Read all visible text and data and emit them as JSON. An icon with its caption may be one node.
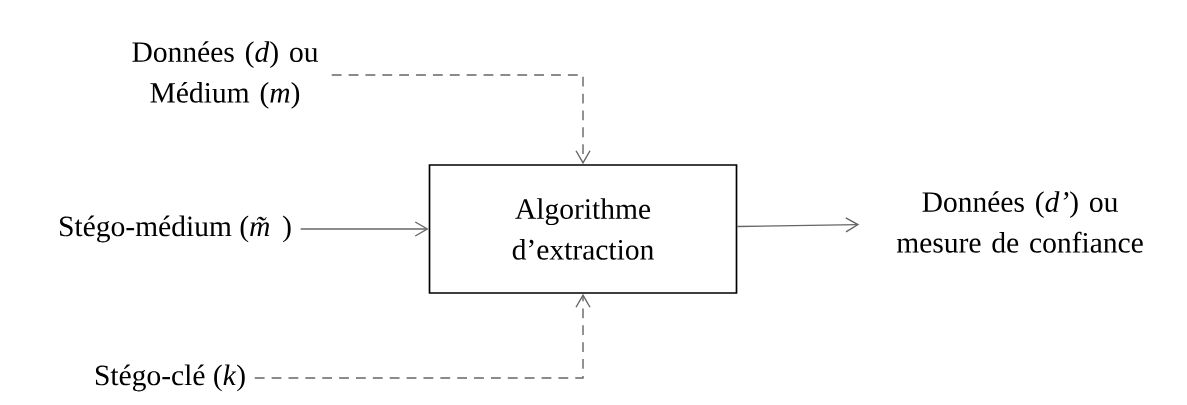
{
  "diagram": {
    "nodes": [
      {
        "text": [
          "Données (*d*) ou Médium (*m*)"
        ]
      },
      {
        "text": [
          "Stégo-médium (*m̃*)"
        ]
      },
      {
        "text": [
          "Algorithme d’extraction"
        ]
      },
      {
        "text": [
          "Données (*d’*) ou mesure de confiance"
        ]
      },
      {
        "text": [
          "Stégo-clé (*k*)"
        ]
      }
    ],
    "edges": [
      {
        "from": 0,
        "to": 2,
        "arrow": "to",
        "style": "dashed"
      },
      {
        "from": 1,
        "to": 2,
        "arrow": "to"
      },
      {
        "from": 2,
        "to": 3,
        "arrow": "to"
      },
      {
        "from": 4,
        "to": 2,
        "arrow": "to",
        "style": "dashed"
      }
    ]
  }
}
